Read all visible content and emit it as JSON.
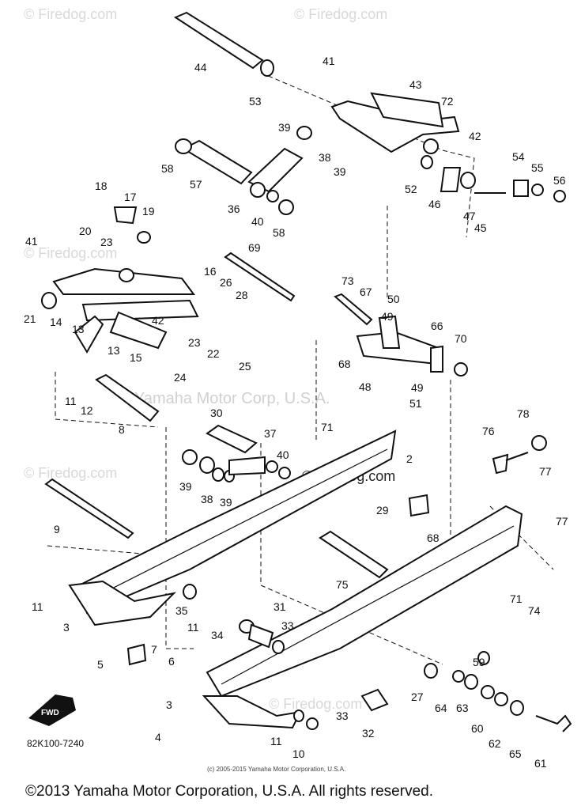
{
  "watermarks": [
    "© Firedog.com",
    "© Firedog.com",
    "© Firedog.com",
    "© Firedog.com",
    "© Firedog.com"
  ],
  "center_watermark": "Yamaha Motor Corp, U.S.A.",
  "mid_watermark": "© Firedog.com",
  "diagram_code": "82K100-7240",
  "small_copyright": "(c) 2005-2015 Yamaha Motor Corporation, U.S.A.",
  "footer": "©2013 Yamaha Motor Corporation, U.S.A. All rights reserved.",
  "fwd_label": "FWD",
  "callouts": [
    "44",
    "53",
    "41",
    "43",
    "72",
    "42",
    "39",
    "38",
    "39",
    "52",
    "54",
    "55",
    "56",
    "46",
    "47",
    "45",
    "58",
    "57",
    "36",
    "40",
    "58",
    "18",
    "17",
    "19",
    "20",
    "23",
    "41",
    "69",
    "16",
    "26",
    "28",
    "73",
    "67",
    "50",
    "21",
    "14",
    "13",
    "42",
    "49",
    "66",
    "70",
    "13",
    "15",
    "23",
    "22",
    "68",
    "24",
    "25",
    "48",
    "49",
    "51",
    "11",
    "12",
    "8",
    "30",
    "71",
    "76",
    "78",
    "37",
    "40",
    "2",
    "39",
    "38",
    "39",
    "77",
    "9",
    "29",
    "68",
    "77",
    "75",
    "71",
    "74",
    "11",
    "35",
    "3",
    "31",
    "33",
    "11",
    "34",
    "5",
    "7",
    "6",
    "59",
    "27",
    "3",
    "33",
    "64",
    "63",
    "60",
    "62",
    "65",
    "4",
    "11",
    "10",
    "32",
    "61"
  ]
}
